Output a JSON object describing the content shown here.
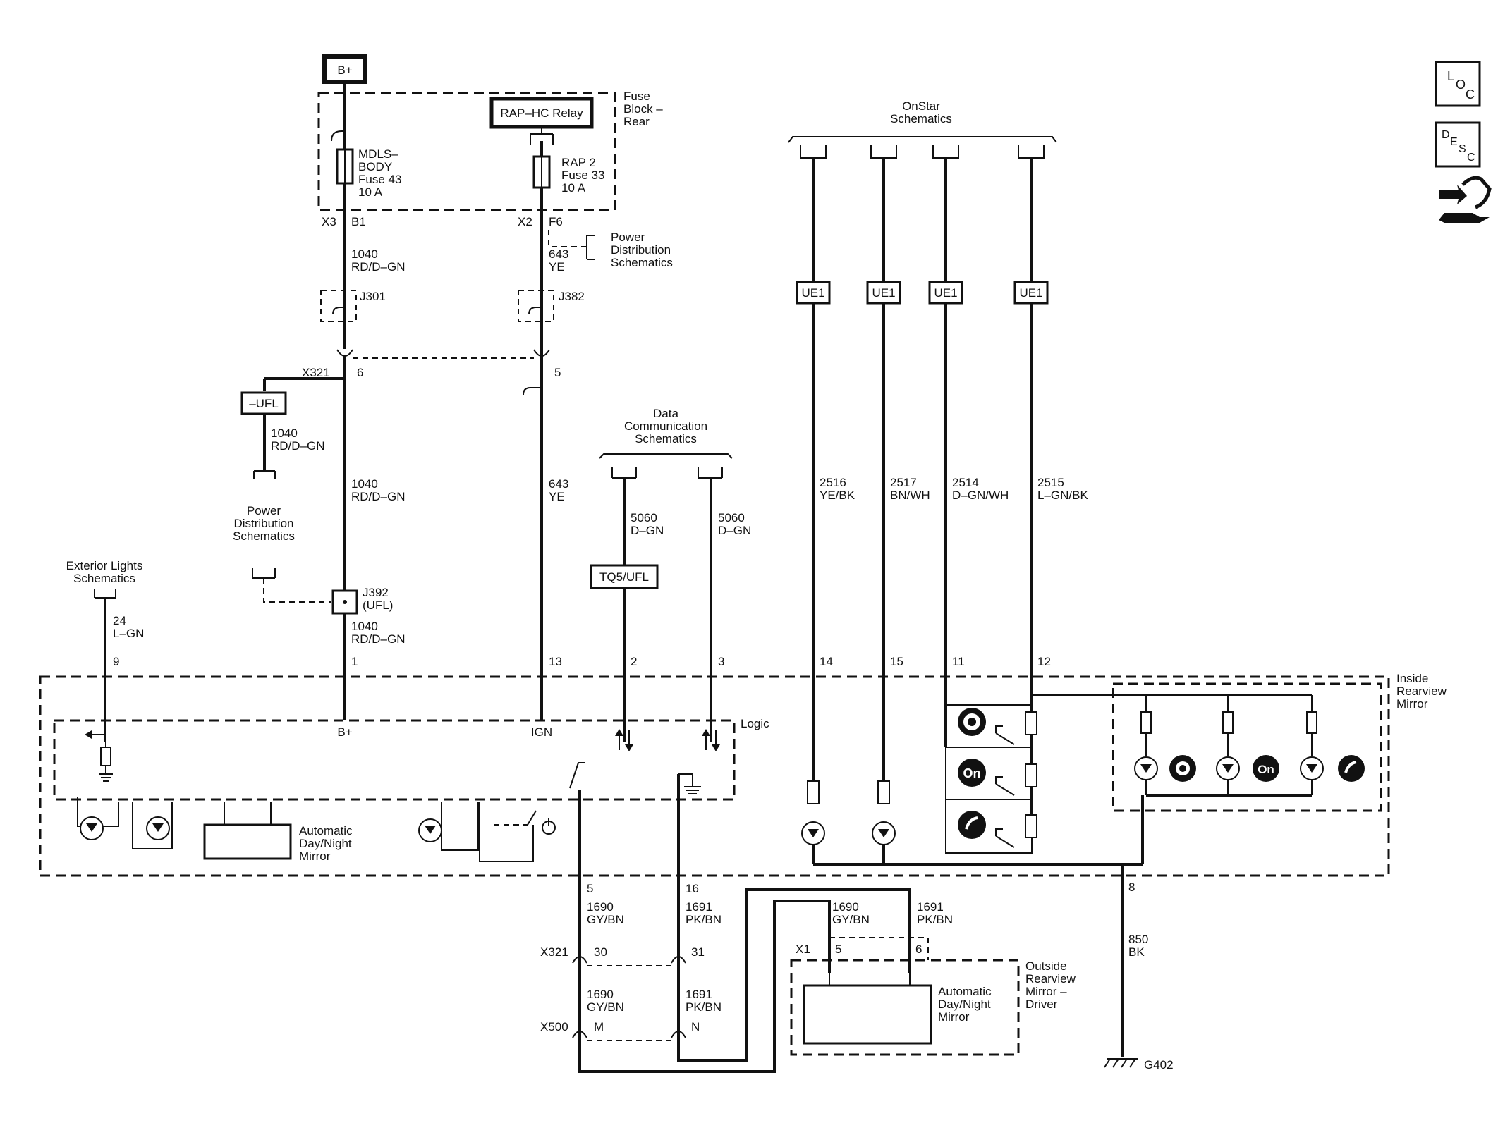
{
  "battery": {
    "label": "B+"
  },
  "fuse_block": {
    "label_line1": "Fuse",
    "label_line2": "Block –",
    "label_line3": "Rear",
    "relay": "RAP–HC Relay",
    "fuse1": [
      "MDLS–",
      "BODY",
      "Fuse 43",
      "10 A"
    ],
    "fuse2": [
      "RAP 2",
      "Fuse 33",
      "10 A"
    ]
  },
  "connectors": {
    "x3": "X3",
    "b1": "B1",
    "x2": "X2",
    "f6": "F6",
    "x321_top": "X321",
    "pin6": "6",
    "pin5": "5",
    "j301": "J301",
    "j382": "J382",
    "j392": [
      "J392",
      "(UFL)"
    ],
    "x321_bot": "X321",
    "pin30": "30",
    "pin31": "31",
    "x500": "X500",
    "pinM": "M",
    "pinN": "N",
    "x1": "X1",
    "x1_pin5": "5",
    "x1_pin6": "6",
    "pin5_bot": "5",
    "pin16_bot": "16",
    "pin8": "8"
  },
  "option_boxes": {
    "ufl_neg": "–UFL",
    "tq5_ufl": "TQ5/UFL",
    "ue1_labels": [
      "UE1",
      "UE1",
      "UE1",
      "UE1"
    ]
  },
  "wires": {
    "w1040_a": [
      "1040",
      "RD/D–GN"
    ],
    "w643_a": [
      "643",
      "YE"
    ],
    "w1040_b": [
      "1040",
      "RD/D–GN"
    ],
    "w1040_c": [
      "1040",
      "RD/D–GN"
    ],
    "w643_b": [
      "643",
      "YE"
    ],
    "w1040_d": [
      "1040",
      "RD/D–GN"
    ],
    "w24": [
      "24",
      "L–GN"
    ],
    "w5060_a": [
      "5060",
      "D–GN"
    ],
    "w5060_b": [
      "5060",
      "D–GN"
    ],
    "w2516": [
      "2516",
      "YE/BK"
    ],
    "w2517": [
      "2517",
      "BN/WH"
    ],
    "w2514": [
      "2514",
      "D–GN/WH"
    ],
    "w2515": [
      "2515",
      "L–GN/BK"
    ],
    "w1690_a": [
      "1690",
      "GY/BN"
    ],
    "w1691_a": [
      "1691",
      "PK/BN"
    ],
    "w1690_b": [
      "1690",
      "GY/BN"
    ],
    "w1691_b": [
      "1691",
      "PK/BN"
    ],
    "w1690_c": [
      "1690",
      "GY/BN"
    ],
    "w1691_c": [
      "1691",
      "PK/BN"
    ],
    "w850": [
      "850",
      "BK"
    ]
  },
  "pins_mirror": [
    "9",
    "1",
    "13",
    "2",
    "3",
    "14",
    "15",
    "11",
    "12"
  ],
  "references": {
    "power_dist_1": [
      "Power",
      "Distribution",
      "Schematics"
    ],
    "power_dist_2": [
      "Power",
      "Distribution",
      "Schematics"
    ],
    "exterior_lights": [
      "Exterior Lights",
      "Schematics"
    ],
    "data_comm": [
      "Data",
      "Communication",
      "Schematics"
    ],
    "onstar": [
      "OnStar",
      "Schematics"
    ]
  },
  "components": {
    "inside_mirror": [
      "Inside",
      "Rearview",
      "Mirror"
    ],
    "logic": "Logic",
    "logic_bplus": "B+",
    "logic_ign": "IGN",
    "auto_dimming_1": [
      "Automatic",
      "Day/Night",
      "Mirror"
    ],
    "outside_mirror": [
      "Outside",
      "Rearview",
      "Mirror –",
      "Driver"
    ],
    "auto_dimming_2": [
      "Automatic",
      "Day/Night",
      "Mirror"
    ],
    "ground": "G402"
  },
  "nav_icons": {
    "loc": {
      "big": "L",
      "sub1": "O",
      "sub2": "C"
    },
    "desc": {
      "big": "D",
      "sub1": "E",
      "sub2": "S",
      "sub3": "C"
    }
  }
}
